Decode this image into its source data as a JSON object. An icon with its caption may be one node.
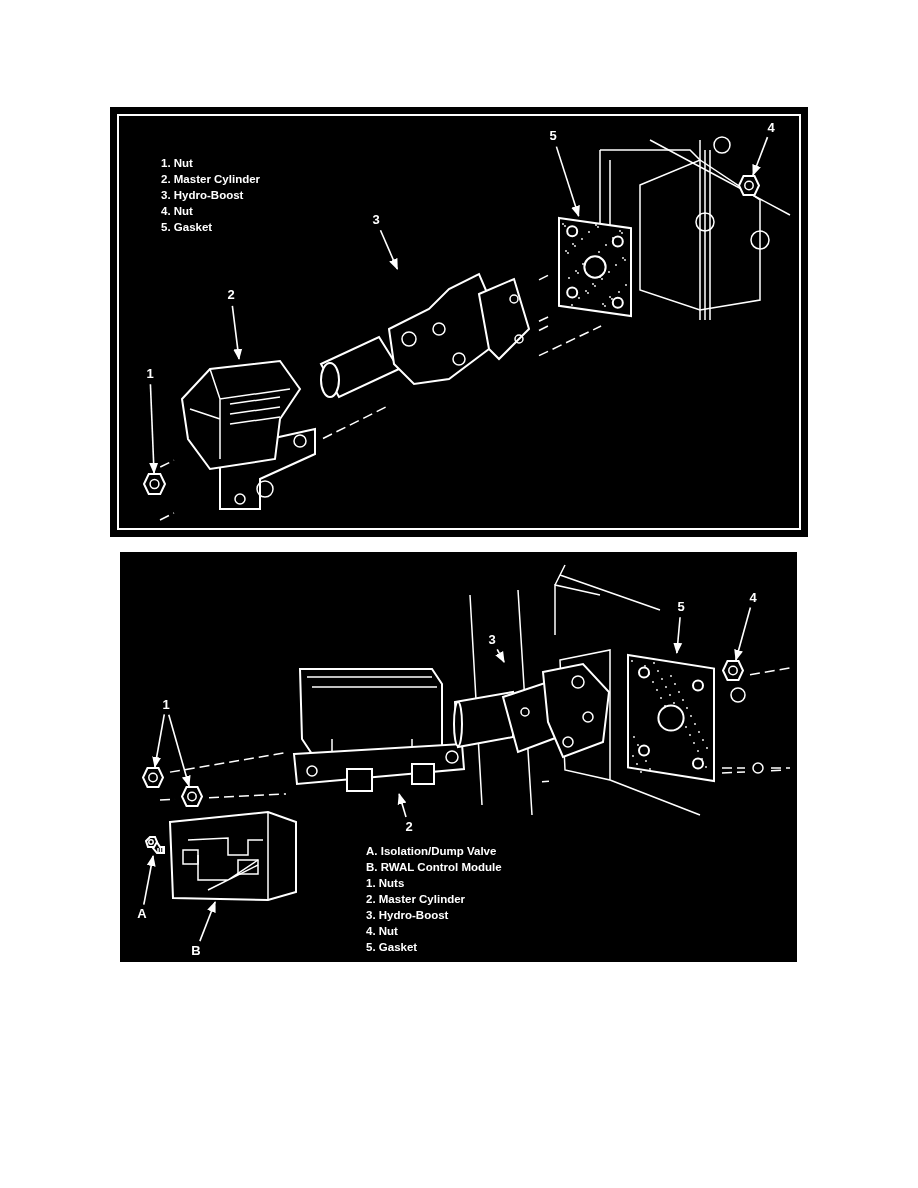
{
  "diagram": {
    "nodes": [
      {
        "text": [
          "1"
        ]
      },
      {
        "text": [],
        "shape": "picture"
      },
      {
        "text": [
          "2"
        ]
      },
      {
        "text": [],
        "shape": "picture"
      },
      {
        "text": [
          "3"
        ]
      },
      {
        "text": [],
        "shape": "picture"
      },
      {
        "text": [
          "5"
        ]
      },
      {
        "text": [],
        "shape": "picture"
      },
      {
        "text": [
          "4"
        ]
      },
      {
        "text": [],
        "shape": "picture"
      },
      {
        "text": [
          "1"
        ]
      },
      {
        "text": [],
        "shape": "picture"
      },
      {
        "text": [],
        "shape": "picture"
      },
      {
        "text": [
          "2"
        ]
      },
      {
        "text": [],
        "shape": "picture"
      },
      {
        "text": [
          "3"
        ]
      },
      {
        "text": [],
        "shape": "picture"
      },
      {
        "text": [
          "5"
        ]
      },
      {
        "text": [],
        "shape": "picture"
      },
      {
        "text": [
          "4"
        ]
      },
      {
        "text": [],
        "shape": "picture"
      },
      {
        "text": [
          "A"
        ]
      },
      {
        "text": [],
        "shape": "picture"
      },
      {
        "text": [
          "B"
        ]
      },
      {
        "text": [],
        "shape": "picture"
      }
    ],
    "edges": [
      {
        "from": 0,
        "to": 1,
        "arrow": "to"
      },
      {
        "from": 2,
        "to": 3,
        "arrow": "to"
      },
      {
        "from": 4,
        "to": 5,
        "arrow": "to"
      },
      {
        "from": 6,
        "to": 7,
        "arrow": "to"
      },
      {
        "from": 8,
        "to": 9,
        "arrow": "to"
      },
      {
        "from": 10,
        "to": 11,
        "arrow": "to"
      },
      {
        "from": 10,
        "to": 12,
        "arrow": "to"
      },
      {
        "from": 13,
        "to": 14,
        "arrow": "to"
      },
      {
        "from": 15,
        "to": 16,
        "arrow": "to"
      },
      {
        "from": 17,
        "to": 18,
        "arrow": "to"
      },
      {
        "from": 19,
        "to": 20,
        "arrow": "to"
      },
      {
        "from": 21,
        "to": 22,
        "arrow": "to"
      },
      {
        "from": 23,
        "to": 24,
        "arrow": "to"
      }
    ],
    "labels": [
      "1. Nut",
      "2. Master Cylinder",
      "3. Hydro-Boost",
      "4. Nut",
      "5. Gasket",
      "A. Isolation/Dump Valve",
      "B. RWAL Control Module",
      "1. Nuts",
      "2. Master Cylinder",
      "3. Hydro-Boost",
      "4. Nut",
      "5. Gasket"
    ]
  }
}
